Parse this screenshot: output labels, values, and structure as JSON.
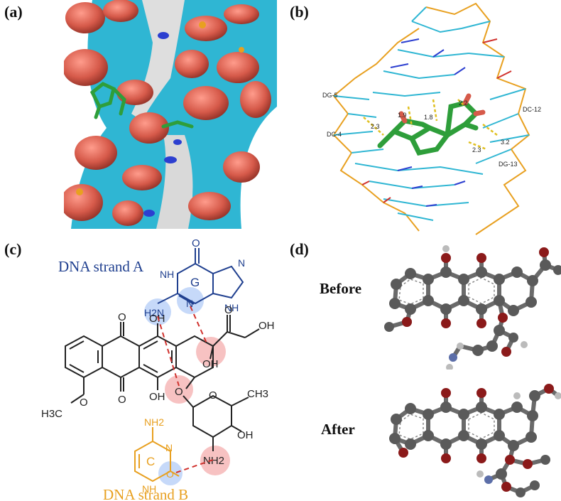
{
  "panel_labels": {
    "a": "(a)",
    "b": "(b)",
    "c": "(c)",
    "d": "(d)"
  },
  "panel_b": {
    "residues": [
      "DG-5",
      "DC-4",
      "DC-12",
      "DG-13"
    ],
    "distances": [
      "1.9",
      "1.8",
      "2.2",
      "2.3",
      "3.2",
      "2.3"
    ]
  },
  "panel_c": {
    "strand_a": "DNA strand A",
    "strand_b": "DNA strand B",
    "base_a": "G",
    "base_b": "C",
    "groups": {
      "o": "O",
      "nh": "NH",
      "n": "N",
      "h2n": "H2N",
      "oh": "OH",
      "ch3": "CH3",
      "h3c": "H3C",
      "nh2": "NH2"
    }
  },
  "panel_d": {
    "before": "Before",
    "after": "After"
  },
  "colors": {
    "strand_a": "#1f3f8f",
    "strand_b": "#e8a020",
    "hbond": "#d0312d",
    "surface_cyan": "#2fb6d3",
    "surface_red": "#d65a4a",
    "drug_green": "#2e9e3a",
    "atom_gray": "#5a5a5a",
    "atom_red": "#8b1a1a"
  }
}
